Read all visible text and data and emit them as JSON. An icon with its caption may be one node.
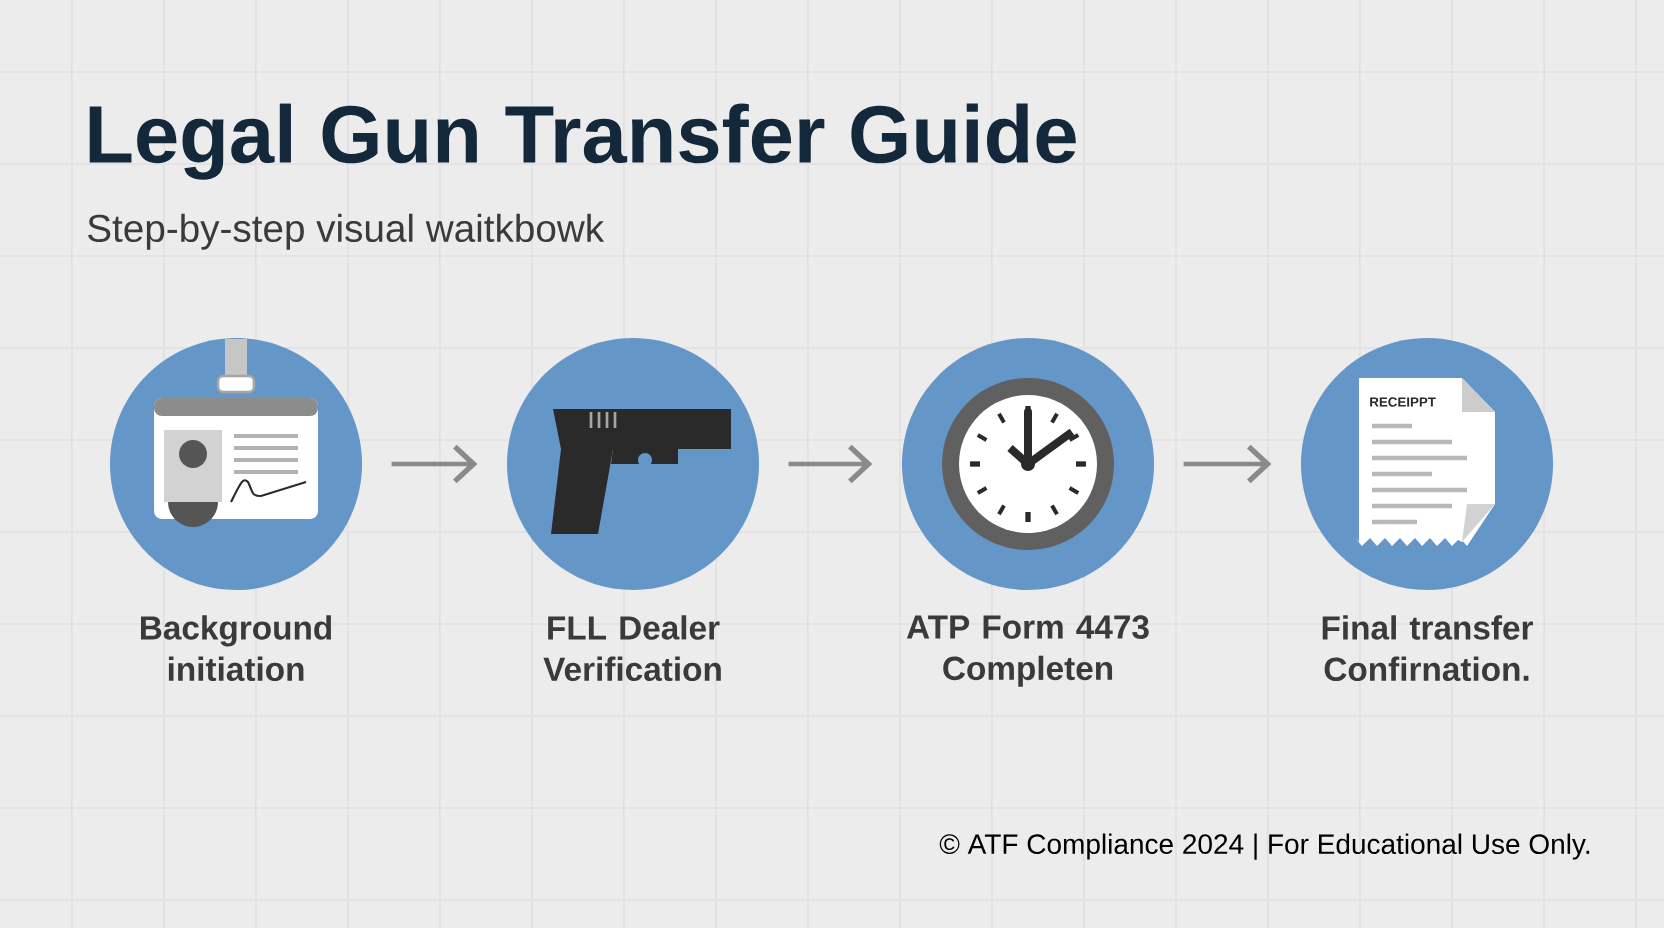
{
  "diagram": {
    "title": "Legal Gun Transfer Guide",
    "nodes": [
      {
        "text": [
          "Background initiation"
        ]
      },
      {
        "text": [
          "FLL Dealer Verification"
        ]
      },
      {
        "text": [
          "ATP Form 4473 Completen"
        ]
      },
      {
        "text": [
          "Final transfer Confirnation."
        ]
      }
    ],
    "edges": [
      {
        "from": 0,
        "to": 1,
        "arrow": "to"
      },
      {
        "from": 1,
        "to": 2,
        "arrow": "to"
      },
      {
        "from": 2,
        "to": 3,
        "arrow": "to"
      }
    ],
    "labels": [
      "Step-by-step visual waitkbowk",
      "RECEIPPT",
      "© ATF Compliance 2024 | For Educational Use Only."
    ]
  }
}
